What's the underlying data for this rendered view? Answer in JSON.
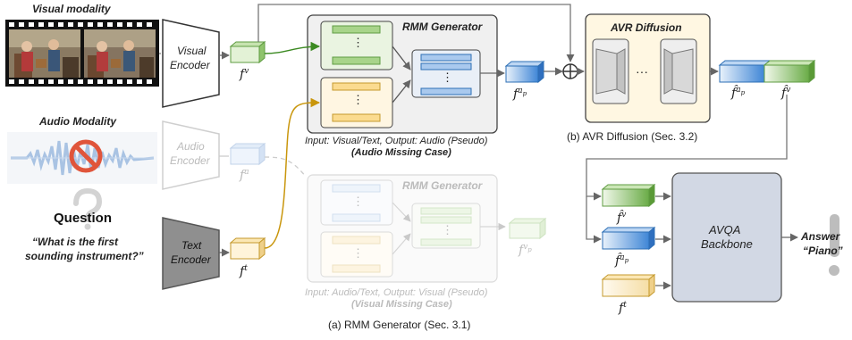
{
  "visual_modality_title": "Visual modality",
  "audio_modality_title": "Audio Modality",
  "visual_encoder": [
    "Visual",
    "Encoder"
  ],
  "audio_encoder": [
    "Audio",
    "Encoder"
  ],
  "text_encoder": [
    "Text",
    "Encoder"
  ],
  "question_title": "Question",
  "question_text": [
    "“What is the first",
    "sounding instrument?”"
  ],
  "features": {
    "fv": "f",
    "fv_sup": "v",
    "fa": "f",
    "fa_sup": "a",
    "ft": "f",
    "ft_sup": "t",
    "fap": "f",
    "fap_sup": "a",
    "fap_sub": "p",
    "fvp": "f",
    "fvp_sup": "v",
    "fvp_sub": "p"
  },
  "rmm_generator_title": "RMM Generator",
  "rmm_generator_title_faded": "RMM Generator",
  "rmm_caption_audio": "Input: Visual/Text, Output: Audio (Pseudo)",
  "rmm_case_audio": "(Audio Missing Case)",
  "rmm_caption_visual": "Input: Audio/Text, Output: Visual (Pseudo)",
  "rmm_case_visual": "(Visual Missing Case)",
  "caption_a": "(a) RMM Generator (Sec. 3.1)",
  "avr_title": "AVR Diffusion",
  "caption_b": "(b) AVR Diffusion (Sec. 3.2)",
  "ellipsis": "···",
  "vdots": "⋮",
  "plus_symbol": "+",
  "avqa_backbone": [
    "AVQA",
    "Backbone"
  ],
  "answer_label": "Answer",
  "answer_value": "“Piano”",
  "hat_labels": {
    "fap": "f̂",
    "fv": "f̂",
    "fap_sup": "a",
    "fap_sub": "p",
    "fv_sup": "v"
  },
  "colors": {
    "green_fill": "#d7ecc8",
    "green_stroke": "#5f9c42",
    "blue_fill": "#9dc3ef",
    "blue_stroke": "#2d6fb5",
    "yellow_fill": "#fff0cc",
    "yellow_stroke": "#c59a2e",
    "backbone_fill": "#d2d8e4",
    "arrow_gold": "#c9960c",
    "arrow_green": "#3c8a22"
  }
}
